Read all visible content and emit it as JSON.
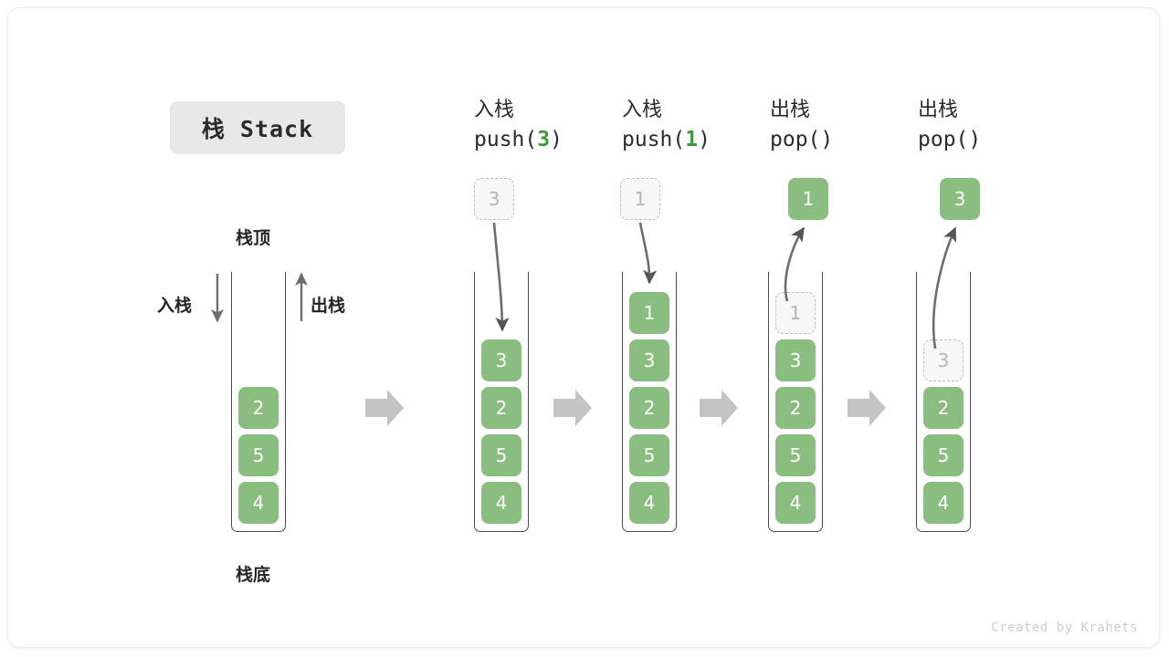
{
  "title_badge": {
    "text": "栈 Stack"
  },
  "left_stack": {
    "top_label": "栈顶",
    "bottom_label": "栈底",
    "push_label": "入栈",
    "pop_label": "出栈",
    "cells": [
      "2",
      "5",
      "4"
    ]
  },
  "columns": [
    {
      "id": "push-3",
      "header_line1": "入栈",
      "header_op": "push(",
      "header_arg": "3",
      "header_close": ")",
      "outside_cell": {
        "value": "3",
        "style": "ghost"
      },
      "cells": [
        {
          "value": "3",
          "style": "filled"
        },
        {
          "value": "2",
          "style": "filled"
        },
        {
          "value": "5",
          "style": "filled"
        },
        {
          "value": "4",
          "style": "filled"
        }
      ]
    },
    {
      "id": "push-1",
      "header_line1": "入栈",
      "header_op": "push(",
      "header_arg": "1",
      "header_close": ")",
      "outside_cell": {
        "value": "1",
        "style": "ghost"
      },
      "cells": [
        {
          "value": "1",
          "style": "filled"
        },
        {
          "value": "3",
          "style": "filled"
        },
        {
          "value": "2",
          "style": "filled"
        },
        {
          "value": "5",
          "style": "filled"
        },
        {
          "value": "4",
          "style": "filled"
        }
      ]
    },
    {
      "id": "pop-1",
      "header_line1": "出栈",
      "header_op": "pop(",
      "header_arg": "",
      "header_close": ")",
      "outside_cell": {
        "value": "1",
        "style": "filled"
      },
      "cells": [
        {
          "value": "1",
          "style": "ghost"
        },
        {
          "value": "3",
          "style": "filled"
        },
        {
          "value": "2",
          "style": "filled"
        },
        {
          "value": "5",
          "style": "filled"
        },
        {
          "value": "4",
          "style": "filled"
        }
      ]
    },
    {
      "id": "pop-2",
      "header_line1": "出栈",
      "header_op": "pop(",
      "header_arg": "",
      "header_close": ")",
      "outside_cell": {
        "value": "3",
        "style": "filled"
      },
      "cells": [
        {
          "value": "3",
          "style": "ghost"
        },
        {
          "value": "2",
          "style": "filled"
        },
        {
          "value": "5",
          "style": "filled"
        },
        {
          "value": "4",
          "style": "filled"
        }
      ]
    }
  ],
  "flow_arrows": [
    "step-arrow-1",
    "step-arrow-2",
    "step-arrow-3",
    "step-arrow-4"
  ],
  "watermark": "Created by Krahets",
  "colors": {
    "cell_green": "#89be80",
    "accent_green": "#3a9c3a",
    "badge_gray": "#e8e8e8",
    "arrow_gray": "#6e6e6e",
    "flow_arrow_gray": "#c4c4c4",
    "ghost_border": "#bdbdbd",
    "ghost_fill": "#f7f7f7",
    "text_dark": "#2b2b2b"
  }
}
